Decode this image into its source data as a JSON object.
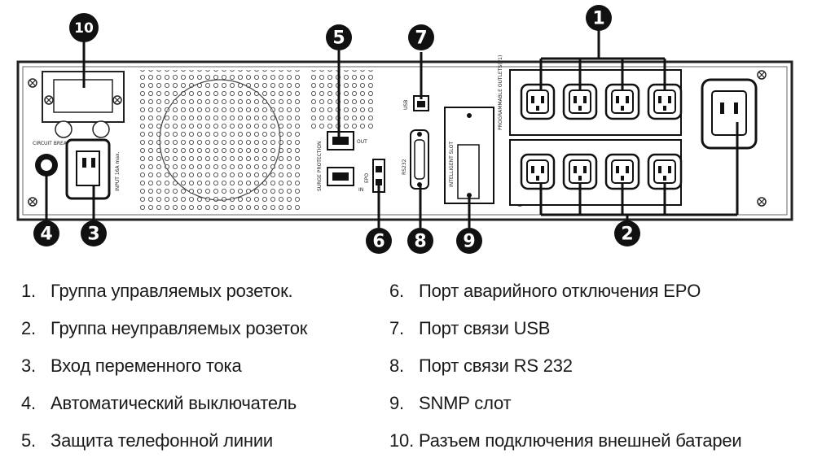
{
  "callouts": [
    "1",
    "2",
    "3",
    "4",
    "5",
    "6",
    "7",
    "8",
    "9",
    "10"
  ],
  "panel_labels": {
    "circuit_breaker": "CIRCUIT BREAKER",
    "input": "INPUT 16A max.",
    "surge": "SURGE PROTECTION",
    "in": "IN",
    "out": "OUT",
    "epo": "EPO",
    "usb": "USB",
    "rs232": "RS232",
    "slot": "INTELLIGENT SLOT",
    "programmable": "PROGRAMMABLE OUTLETS(P1)"
  },
  "legend": [
    {
      "num": "1.",
      "text": "Группа управляемых розеток."
    },
    {
      "num": "2.",
      "text": "Группа неуправляемых розеток"
    },
    {
      "num": "3.",
      "text": "Вход переменного тока"
    },
    {
      "num": "4.",
      "text": "Автоматический выключатель"
    },
    {
      "num": "5.",
      "text": "Защита телефонной линии"
    },
    {
      "num": "6.",
      "text": "Порт аварийного отключения EPO"
    },
    {
      "num": "7.",
      "text": "Порт связи USB"
    },
    {
      "num": "8.",
      "text": "Порт связи RS 232"
    },
    {
      "num": "9.",
      "text": "SNMP слот"
    },
    {
      "num": "10.",
      "text": "Разъем подключения внешней батареи"
    }
  ]
}
